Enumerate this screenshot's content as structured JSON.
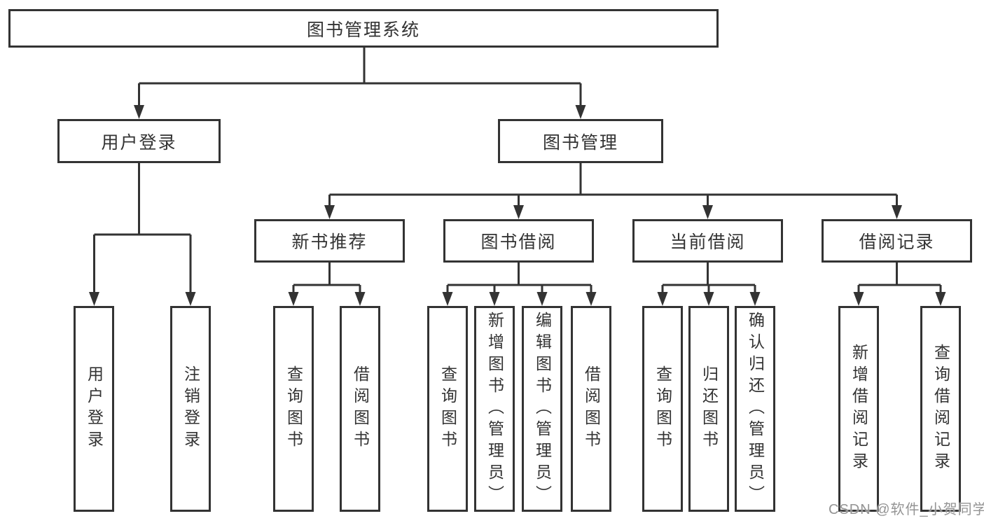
{
  "colors": {
    "line": "#333333",
    "text": "#333333",
    "background": "#ffffff",
    "watermark": "#949494"
  },
  "watermark": "CSDN @软件_小贺同学",
  "tree": {
    "label": "图书管理系统",
    "children": [
      {
        "label": "用户登录",
        "children": [
          {
            "label": "用户登录"
          },
          {
            "label": "注销登录"
          }
        ]
      },
      {
        "label": "图书管理",
        "children": [
          {
            "label": "新书推荐",
            "children": [
              {
                "label": "查询图书"
              },
              {
                "label": "借阅图书"
              }
            ]
          },
          {
            "label": "图书借阅",
            "children": [
              {
                "label": "查询图书"
              },
              {
                "label": "新增图书（管理员）"
              },
              {
                "label": "编辑图书（管理员）"
              },
              {
                "label": "借阅图书"
              }
            ]
          },
          {
            "label": "当前借阅",
            "children": [
              {
                "label": "查询图书"
              },
              {
                "label": "归还图书"
              },
              {
                "label": "确认归还（管理员）"
              }
            ]
          },
          {
            "label": "借阅记录",
            "children": [
              {
                "label": "新增借阅记录"
              },
              {
                "label": "查询借阅记录"
              }
            ]
          }
        ]
      }
    ]
  }
}
